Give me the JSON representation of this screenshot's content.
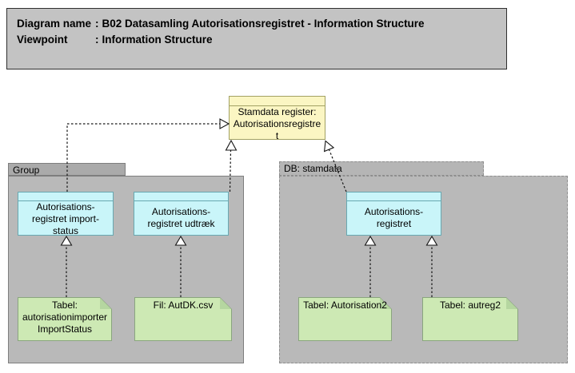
{
  "title_block": {
    "rows": [
      {
        "label": "Diagram name",
        "sep": ":",
        "value": "B02 Datasamling Autorisationsregistret - Information Structure"
      },
      {
        "label": "Viewpoint",
        "sep": ":",
        "value": "Information Structure"
      }
    ]
  },
  "groups": {
    "group": {
      "label": "Group"
    },
    "db_stamdata": {
      "label": "DB: stamdata"
    }
  },
  "nodes": {
    "stamdata_register": {
      "text": "Stamdata register:\nAutorisationsregistre\nt"
    },
    "import_status": {
      "text": "Autorisations-\nregistret import-\nstatus"
    },
    "udtraek": {
      "text": "Autorisations-\nregistret udtræk"
    },
    "autorisationsregistret_db": {
      "text": "Autorisations-\nregistret"
    },
    "note_import_status": {
      "text": "Tabel:\nautorisationimporter\nImportStatus"
    },
    "note_autdk_csv": {
      "text": "Fil: AutDK.csv"
    },
    "note_autorisation2": {
      "text": "Tabel: Autorisation2"
    },
    "note_autreg2": {
      "text": "Tabel: autreg2"
    }
  },
  "colors": {
    "title_bg": "#c3c3c3",
    "group_bg": "#b9b9b9",
    "data_object_fill": "#c9f5f9",
    "data_object_border": "#68a8b1",
    "register_fill": "#fbf6c3",
    "register_border": "#a2a164",
    "note_fill": "#cde9b4",
    "note_border": "#8aa57e",
    "connector": "#141414"
  }
}
